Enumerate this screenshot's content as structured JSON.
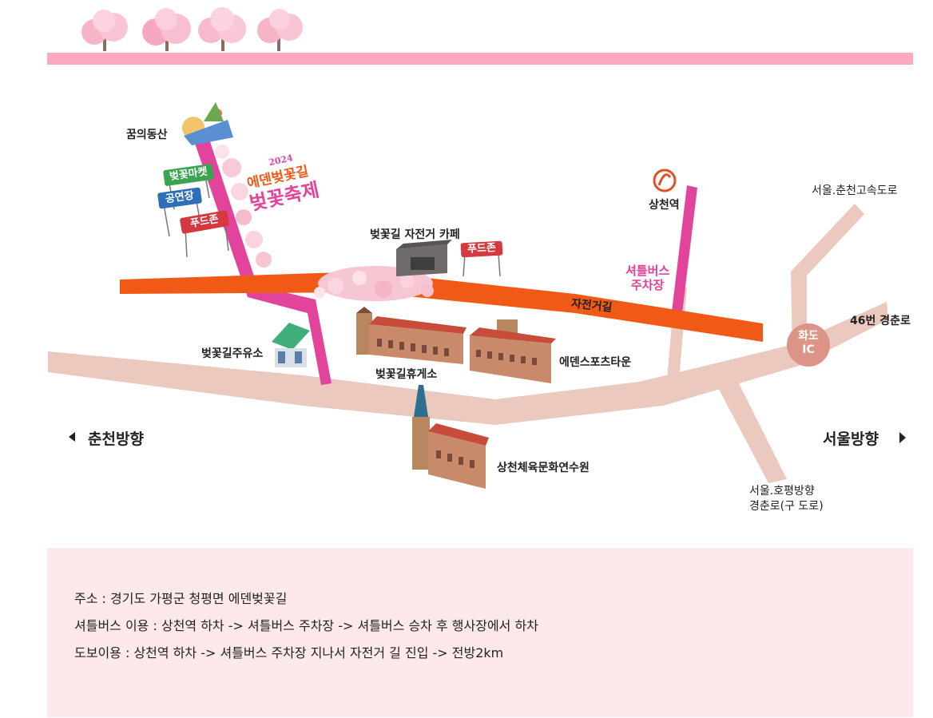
{
  "map": {
    "festival_year": "2024",
    "festival_title_line1": "에덴벚꽃길",
    "festival_title_line2": "벚꽃축제",
    "labels": {
      "dream_hill": "꿈의동산",
      "cherry_market": "벚꽃마켓",
      "stage": "공연장",
      "food_zone_left": "푸드존",
      "food_zone_right": "푸드존",
      "bike_cafe": "벚꽃길 자전거 카페",
      "sangcheon_station": "상천역",
      "highway": "서울.춘천고속도로",
      "shuttle_parking": "셔틀버스\n주차장",
      "bike_road": "자전거길",
      "route46": "46번 경춘로",
      "hwado_ic_top": "화도",
      "hwado_ic_bottom": "IC",
      "gas_station": "벚꽃길주유소",
      "rest_area": "벚꽃길휴게소",
      "eden_sports": "에덴스포츠타운",
      "chuncheon_dir": "춘천방향",
      "seoul_dir": "서울방향",
      "training_center": "상천체육문화연수원",
      "hopyeong_line1": "서울.호평방향",
      "hopyeong_line2": "경춘로(구 도로)"
    },
    "colors": {
      "top_bar": "#fda8bd",
      "road": "#ecc9bf",
      "bike_path": "#f05a16",
      "pink_path": "#e2449b",
      "info_bg": "#fde9ec"
    }
  },
  "info": {
    "address": "주소 : 경기도 가평군 청평면 에덴벚꽃길",
    "shuttle": "셔틀버스 이용 : 상천역 하차 -> 셔틀버스 주차장 -> 셔틀버스 승차 후 행사장에서 하차",
    "walk": "도보이용 : 상천역 하차 -> 셔틀버스 주차장 지나서 자전거 길 진입 -> 전방2km"
  }
}
